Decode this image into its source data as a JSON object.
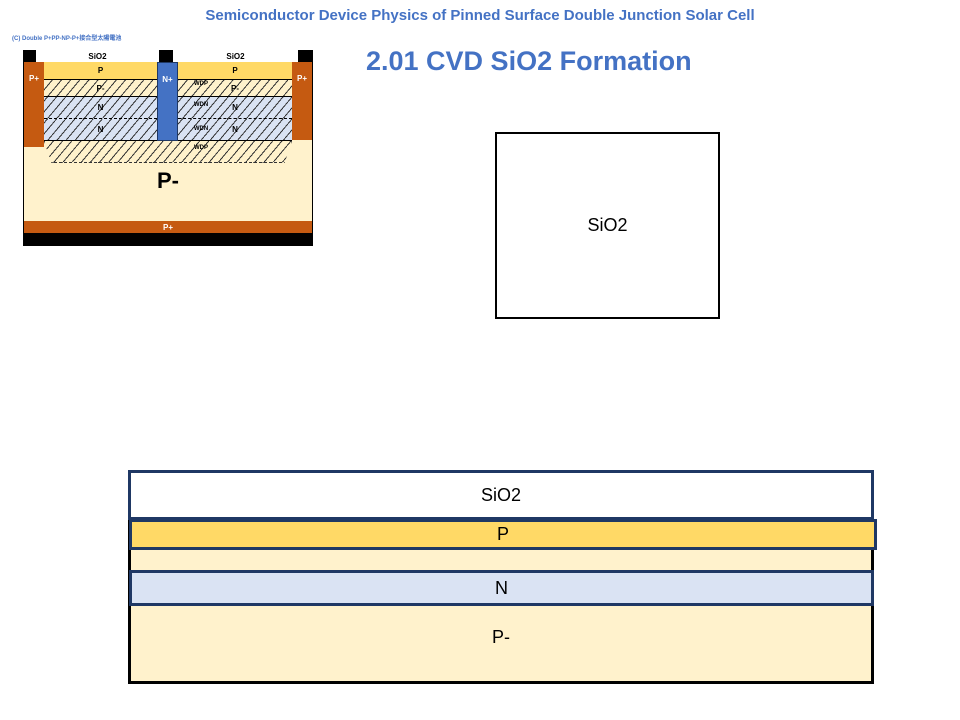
{
  "header": {
    "title": "Semiconductor Device Physics of Pinned Surface Double Junction Solar Cell",
    "step": "2.01   CVD SiO2 Formation"
  },
  "reference_diagram": {
    "caption": "(C)  Double P+PP-NP-P+接合型太陽電池",
    "labels": {
      "sio2_left": "SiO2",
      "sio2_right": "SiO2",
      "p_left": "P",
      "p_right": "P",
      "p_minus_left": "P-",
      "p_minus_right": "P-",
      "n_top_left": "N",
      "n_bottom_left": "N",
      "n_top_right": "N",
      "n_bottom_right": "N",
      "n_plus": "N+",
      "p_plus_left": "P+",
      "p_plus_right": "P+",
      "substrate": "P-",
      "p_plus_bottom": "P+",
      "wdp_top": "WDP",
      "wdn_top": "WDN",
      "wdn_bottom": "WDN",
      "wdp_bottom": "WDP"
    }
  },
  "sio2_block": {
    "label": "SiO2"
  },
  "layer_stack": {
    "sio2": "SiO2",
    "p": "P",
    "n": "N",
    "p_minus": "P-"
  },
  "colors": {
    "accent": "#4472C4",
    "p": "#FFD966",
    "p_minus": "#FFF2CC",
    "n": "#DAE3F3",
    "n_plus": "#4472C4",
    "p_plus": "#C55A11",
    "border": "#1F3864"
  }
}
